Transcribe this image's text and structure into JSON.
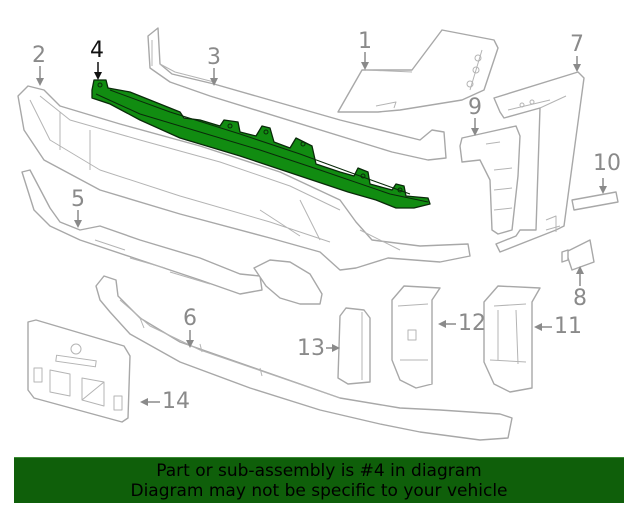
{
  "diagram": {
    "highlighted_part": "4",
    "highlight_color": "#118c11",
    "outline_color": "#a8a8a8",
    "callouts": [
      {
        "number": "1",
        "label": "1"
      },
      {
        "number": "2",
        "label": "2"
      },
      {
        "number": "3",
        "label": "3"
      },
      {
        "number": "4",
        "label": "4"
      },
      {
        "number": "5",
        "label": "5"
      },
      {
        "number": "6",
        "label": "6"
      },
      {
        "number": "7",
        "label": "7"
      },
      {
        "number": "8",
        "label": "8"
      },
      {
        "number": "9",
        "label": "9"
      },
      {
        "number": "10",
        "label": "10"
      },
      {
        "number": "11",
        "label": "11"
      },
      {
        "number": "12",
        "label": "12"
      },
      {
        "number": "13",
        "label": "13"
      },
      {
        "number": "14",
        "label": "14"
      }
    ]
  },
  "banner": {
    "line1": "Part or sub-assembly is #4 in diagram",
    "line2": "Diagram may not be specific to your vehicle",
    "background": "#0f5f0a"
  }
}
